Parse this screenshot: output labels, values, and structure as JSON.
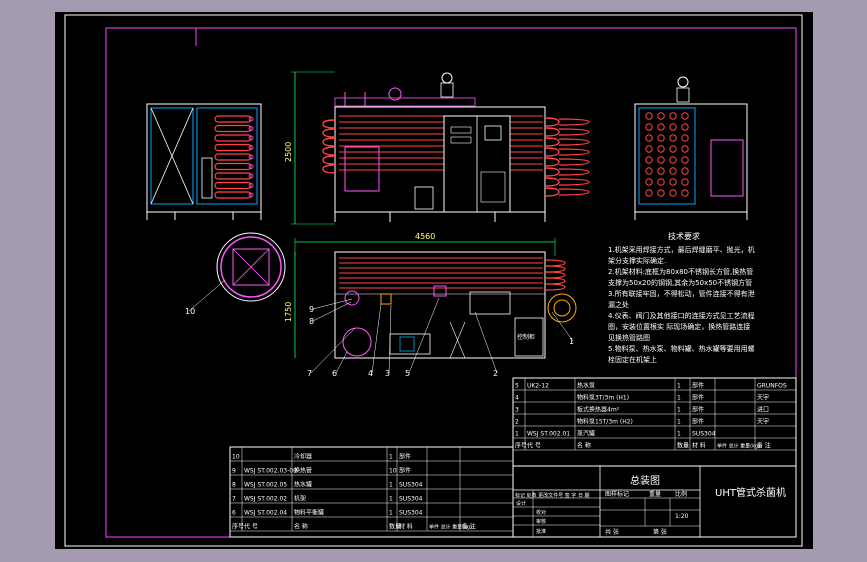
{
  "colors": {
    "border": "#ff44ff",
    "frame": "#ffffff",
    "equipment": "#ff55ff",
    "pipes": "#ff4444",
    "dimension": "#00ff66",
    "cabinet": "#ffffff",
    "text": "#ffff66",
    "background": "#000000",
    "outer": "#a49bb0"
  },
  "dimensions": {
    "height_front": "2500",
    "length_top": "4560",
    "width_top": "1750"
  },
  "technical_requirements": {
    "heading": "技术要求",
    "lines": [
      "1.机架采用焊接方式，最后焊缝磨平、抛光，机",
      "架分支撑实际确定.",
      "2.机架材料:底框为80x80不锈钢长方管,换热管",
      "支撑为50x20的钢钢,其余为50x50不锈钢方管",
      "3.所有联接牢固，不得松动，管件连接不得有泄",
      "漏之处",
      "4.仪表、阀门及其他接口的连接方式见工艺流程",
      "图，安装位置根实  际现场确定，换热管路连接",
      "见换热管路图",
      "5.物料泵、热水泵、物料罐、热水罐等要用用螺",
      "栓固定在机架上"
    ]
  },
  "callouts": [
    "1",
    "2",
    "3",
    "4",
    "5",
    "6",
    "7",
    "8",
    "9",
    "10"
  ],
  "bom_right": {
    "rows": [
      {
        "no": "5",
        "code": "UK2-12",
        "name": "热水泵",
        "qty": "1",
        "mat": "部件",
        "remark": "GRUNFOS"
      },
      {
        "no": "4",
        "code": "",
        "name": "物料泵3T/3m (H1)",
        "qty": "1",
        "mat": "部件",
        "remark": "天宇"
      },
      {
        "no": "3",
        "code": "",
        "name": "板式换热器4m²",
        "qty": "1",
        "mat": "部件",
        "remark": "进口"
      },
      {
        "no": "2",
        "code": "",
        "name": "物料泵15T/3m (H2)",
        "qty": "1",
        "mat": "部件",
        "remark": "天宇"
      },
      {
        "no": "1",
        "code": "WSJ ST.002.01",
        "name": "蒸汽罐",
        "qty": "1",
        "mat": "SUS304",
        "remark": ""
      }
    ],
    "header": {
      "no": "序号",
      "code": "代  号",
      "name": "名  称",
      "qty": "数量",
      "mat": "材  料",
      "weight": "单件 总计 重量(kg)",
      "remark": "备  注"
    }
  },
  "bom_left": {
    "rows": [
      {
        "no": "10",
        "code": "",
        "name": "冷却器",
        "qty": "1",
        "mat": "部件"
      },
      {
        "no": "9",
        "code": "WSJ ST.002.03-00",
        "name": "换热管",
        "qty": "10",
        "mat": "部件"
      },
      {
        "no": "8",
        "code": "WSJ ST.002.05",
        "name": "热水罐",
        "qty": "1",
        "mat": "SUS304"
      },
      {
        "no": "7",
        "code": "WSJ ST.002.02",
        "name": "机架",
        "qty": "1",
        "mat": "SUS304"
      },
      {
        "no": "6",
        "code": "WSJ ST.002.04",
        "name": "物料平衡罐",
        "qty": "1",
        "mat": "SUS304"
      }
    ],
    "header": {
      "no": "序号",
      "code": "代   号",
      "name": "名   称",
      "qty": "数量",
      "mat": "材 料",
      "weight": "单件 总计 重量(kg)",
      "remark": "备  注"
    }
  },
  "title_block": {
    "drawing_name": "总装图",
    "product_name": "UHT管式杀菌机",
    "scale": "1:20",
    "stage_label": "图样标记",
    "weight_label": "重量",
    "scale_label": "比例",
    "sheet_total": "共   张",
    "sheet_no": "第   张",
    "rev_labels": "标记 处数 更改文件号 签 字 日 期",
    "role_design": "设计",
    "role_check": "校对",
    "role_review": "审核",
    "role_approve": "批准"
  }
}
